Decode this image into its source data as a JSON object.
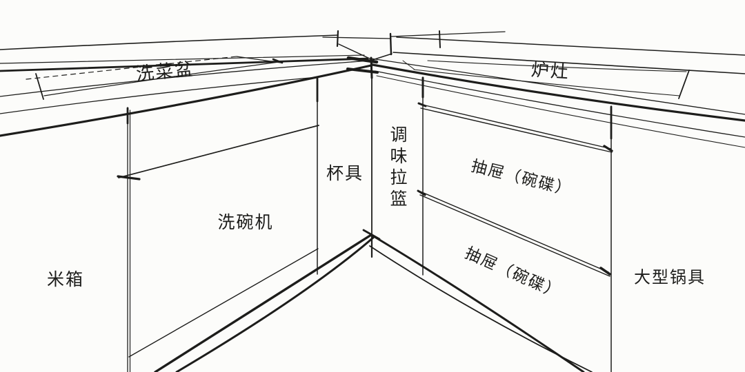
{
  "colors": {
    "background": "#fcfcfa",
    "ink": "#1d1d1b"
  },
  "labels": {
    "sink": {
      "text": "洗菜盆"
    },
    "stove": {
      "text": "炉灶"
    },
    "cups": {
      "text": "杯具"
    },
    "spice_pullout": {
      "text": "调味拉篮"
    },
    "dishwasher": {
      "text": "洗碗机"
    },
    "rice_box": {
      "text": "米箱"
    },
    "drawer_upper": {
      "text": "抽屉（碗碟）"
    },
    "drawer_lower": {
      "text": "抽屉（碗碟）"
    },
    "large_pots": {
      "text": "大型锅具"
    }
  }
}
